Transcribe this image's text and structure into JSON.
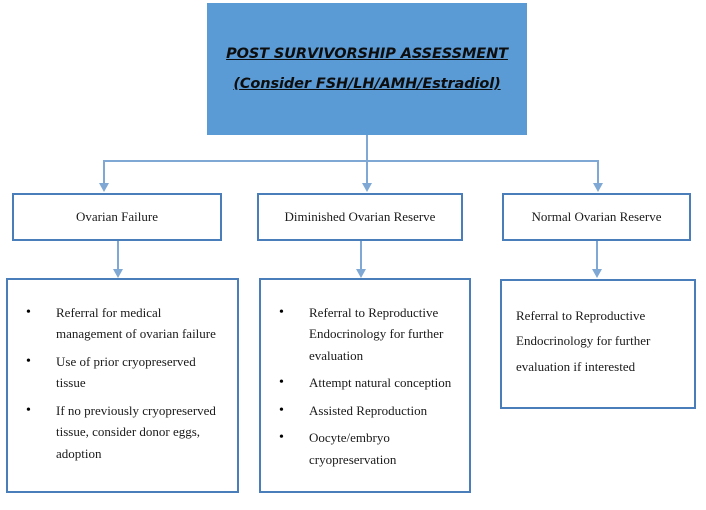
{
  "diagram": {
    "title": "Post Survivorship Assessment flowchart",
    "colors": {
      "header_fill": "#5B9BD5",
      "box_border": "#4A7EBB",
      "connector": "#7FA8D4",
      "text": "#1a1a1a",
      "background": "#ffffff"
    }
  },
  "header": {
    "line1": "POST SURVIVORSHIP ASSESSMENT",
    "line2": "(Consider FSH/LH/AMH/Estradiol)"
  },
  "categories": [
    {
      "label": "Ovarian Failure"
    },
    {
      "label": "Diminished Ovarian Reserve"
    },
    {
      "label": "Normal Ovarian Reserve"
    }
  ],
  "details": {
    "left": {
      "bullets": [
        "Referral for medical management of ovarian failure",
        "Use of prior cryopreserved tissue",
        "If no previously cryopreserved tissue, consider donor eggs, adoption"
      ]
    },
    "middle": {
      "bullets": [
        "Referral to Reproductive Endocrinology for further evaluation",
        "Attempt natural conception",
        "Assisted Reproduction",
        "Oocyte/embryo cryopreservation"
      ]
    },
    "right": {
      "text": "Referral to Reproductive Endocrinology for further evaluation if interested"
    }
  }
}
